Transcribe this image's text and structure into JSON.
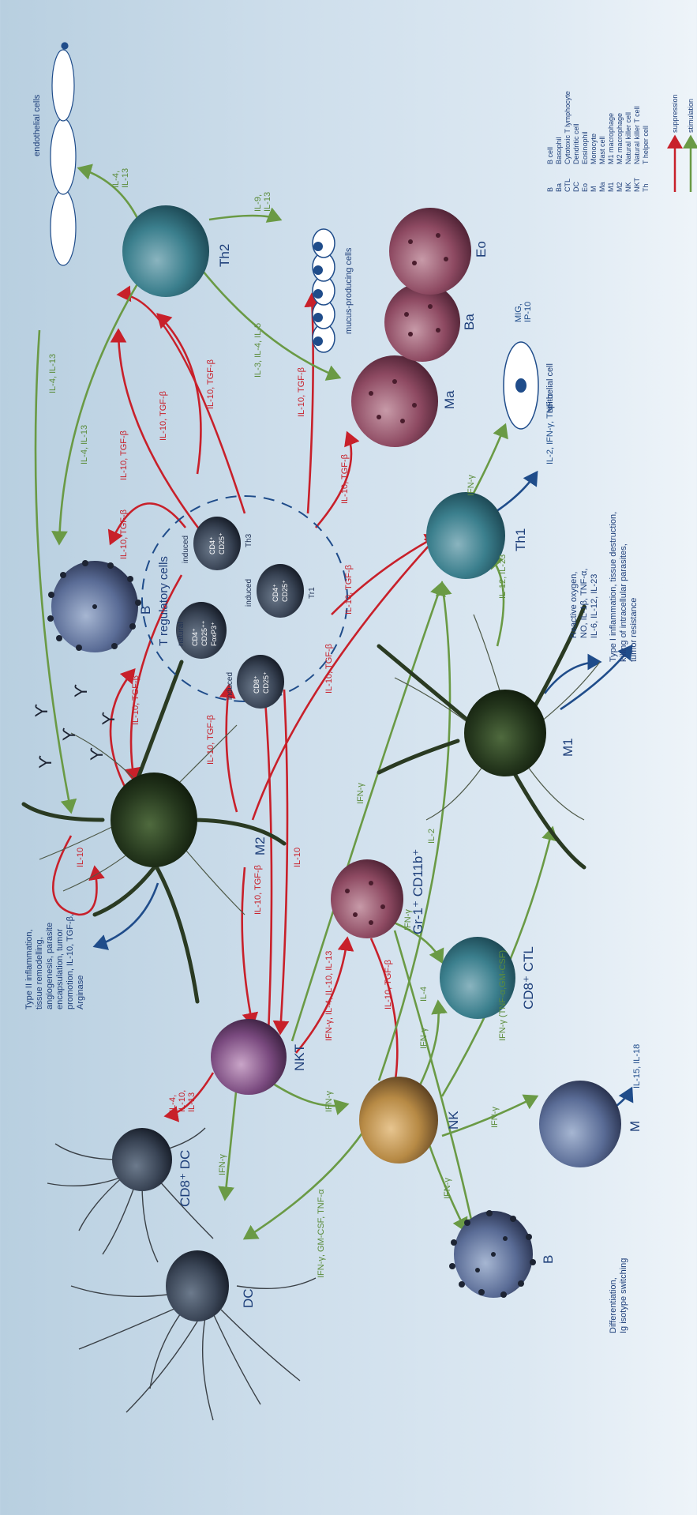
{
  "colors": {
    "suppression": "#c8202a",
    "stimulation": "#6a9a45",
    "neutral": "#1f4c8a",
    "label": "#1e3f7a"
  },
  "cells": {
    "dc": "DC",
    "cd8_dc": "CD8⁺ DC",
    "nkt": "NKT",
    "nk": "NK",
    "b_bottom": "B",
    "b_top": "B",
    "m": "M",
    "cd8_ctl": "CD8⁺ CTL",
    "gr1": "Gr-1⁺ CD11b⁺",
    "m2": "M2",
    "m1": "M1",
    "th1": "Th1",
    "th2": "Th2",
    "ma": "Ma",
    "ba": "Ba",
    "eo": "Eo"
  },
  "treg": {
    "title": "T regulatory cells",
    "natural": "natural",
    "natural_cell": [
      "CD4⁺",
      "CD25⁺⁺",
      "FoxP3⁺"
    ],
    "induced1": "induced",
    "induced1_cell": [
      "CD8⁺",
      "CD25⁺"
    ],
    "induced2": "induced",
    "induced2_cell": [
      "CD4⁺",
      "CD25⁺"
    ],
    "induced2_name": "Tr1",
    "induced3": "induced",
    "induced3_cell": [
      "CD4⁺",
      "CD25⁺"
    ],
    "induced3_name": "Th3"
  },
  "labels": {
    "il10_tgfb": "IL-10, TGF-β",
    "il10": "IL-10",
    "il10_only": "IL-10",
    "il10_tgfb_nkt": "IL-10, TGF-β",
    "il4_il10_il13": [
      "IL-4,",
      "IL-10,",
      "IL-13"
    ],
    "nkt_to_gr1": "IFN-γ, IL-4, IL-10, IL-13",
    "ifng": "IFN-γ",
    "ifng_gmcsf_tnf": "IFN-γ, GM-CSF, TNF-α",
    "ifng_tnf_gmcsf": "IFN-γ (TNF-α,GM-CSF)",
    "il2": "IL-2",
    "il4": "IL-4",
    "il4_il13": "IL-4, IL-13",
    "il4_il13_short": [
      "IL-4,",
      "IL-13"
    ],
    "il9_il13": [
      "IL-9,",
      "IL-13"
    ],
    "il3_il4_il5": "IL-3, IL-4, IL-5",
    "il12_il23": "IL-12, IL-23",
    "il15_il18": "IL-15, IL-18",
    "il2_ifng_tnf": "IL-2, IFN-γ, TNF-α",
    "mig_ip10": [
      "MIG,",
      "IP-10"
    ]
  },
  "annotations": {
    "type2": [
      "Type II inflammation,",
      "tissue remodelling,",
      "angiogenesis, parasite",
      "encapsulation, tumor",
      "promotion, IL-10, TGF-β,",
      "Arginase"
    ],
    "type1": [
      "Type I inflammation, tissue destruction,",
      "killing of intracellular parasites,",
      "tumor resistance"
    ],
    "reactive": [
      "Reactive oxygen,",
      "NO, IL-1β, TNF-α,",
      "IL-6, IL-12, IL-23"
    ],
    "differentiation": [
      "Differentiation,",
      "Ig isotype switching"
    ],
    "endothelial": "endothelial cells",
    "mucus": "mucus-producing cells",
    "epithelial": "epithelial cell"
  },
  "legend": {
    "entries": [
      {
        "abbr": "B",
        "text": "B cell"
      },
      {
        "abbr": "Ba",
        "text": "Basophil"
      },
      {
        "abbr": "CTL",
        "text": "Cytotoxic T lymphocyte"
      },
      {
        "abbr": "DC",
        "text": "Dendritic cell"
      },
      {
        "abbr": "Eo",
        "text": "Eosinophil"
      },
      {
        "abbr": "M",
        "text": "Monocyte"
      },
      {
        "abbr": "Ma",
        "text": "Mast cell"
      },
      {
        "abbr": "M1",
        "text": "M1 macrophage"
      },
      {
        "abbr": "M2",
        "text": "M2 macrophage"
      },
      {
        "abbr": "NK",
        "text": "Natural killer cell"
      },
      {
        "abbr": "NKT",
        "text": "Natural killer T cell"
      },
      {
        "abbr": "Th",
        "text": "T helper cell"
      }
    ],
    "suppression": "suppression",
    "stimulation": "stimulation"
  }
}
